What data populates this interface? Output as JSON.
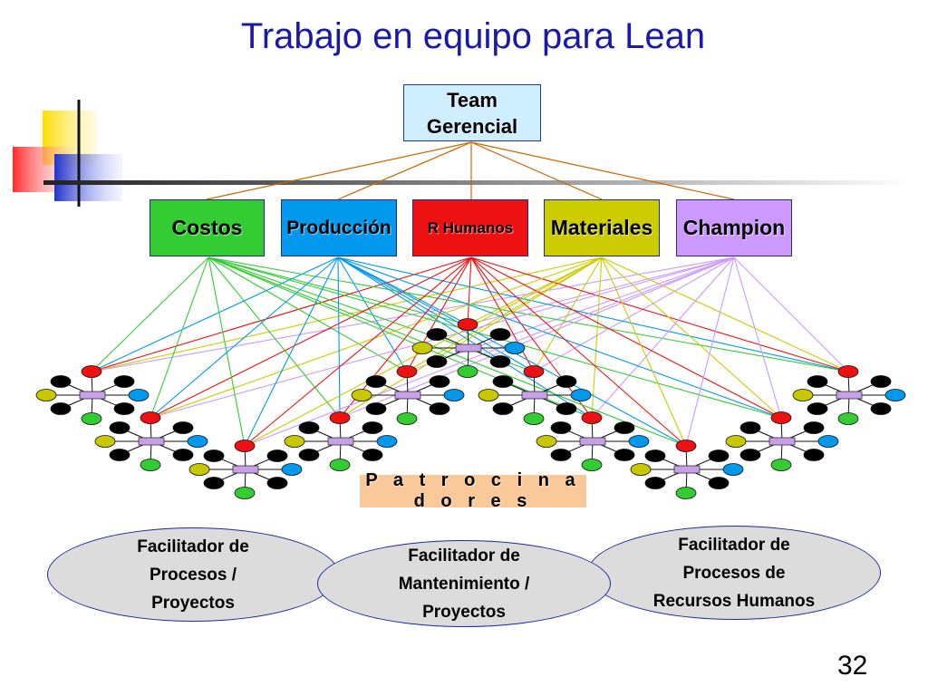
{
  "slide": {
    "title": "Trabajo en equipo para Lean",
    "page_number": "32"
  },
  "top": {
    "line1": "Team",
    "line2": "Gerencial"
  },
  "departments": [
    {
      "label": "Costos",
      "color": "#33cc33"
    },
    {
      "label": "Producción",
      "color": "#0099ee"
    },
    {
      "label": "R Humanos",
      "color": "#ee1111"
    },
    {
      "label": "Materiales",
      "color": "#cccc00"
    },
    {
      "label": "Champion",
      "color": "#cc99ff"
    }
  ],
  "sponsors_label": "P a t r o c i n a d o r e s",
  "facilitators": [
    {
      "line1": "Facilitador de",
      "line2": "Procesos /",
      "line3": "Proyectos"
    },
    {
      "line1": "Facilitador de",
      "line2": "Mantenimiento /",
      "line3": "Proyectos"
    },
    {
      "line1": "Facilitador de",
      "line2": "Procesos de",
      "line3": "Recursos Humanos"
    }
  ],
  "colors": {
    "title": "#1a1aa6",
    "top_box_fill": "#cfeeff",
    "team_hub": "#c8a0e8",
    "node_black": "#000000",
    "node_red": "#ee1111",
    "node_yellow": "#c8c800",
    "node_blue": "#0099ee",
    "node_green": "#33cc33",
    "sponsors_fill": "#f9c99a",
    "ellipse_fill": "#dcdcdc"
  }
}
